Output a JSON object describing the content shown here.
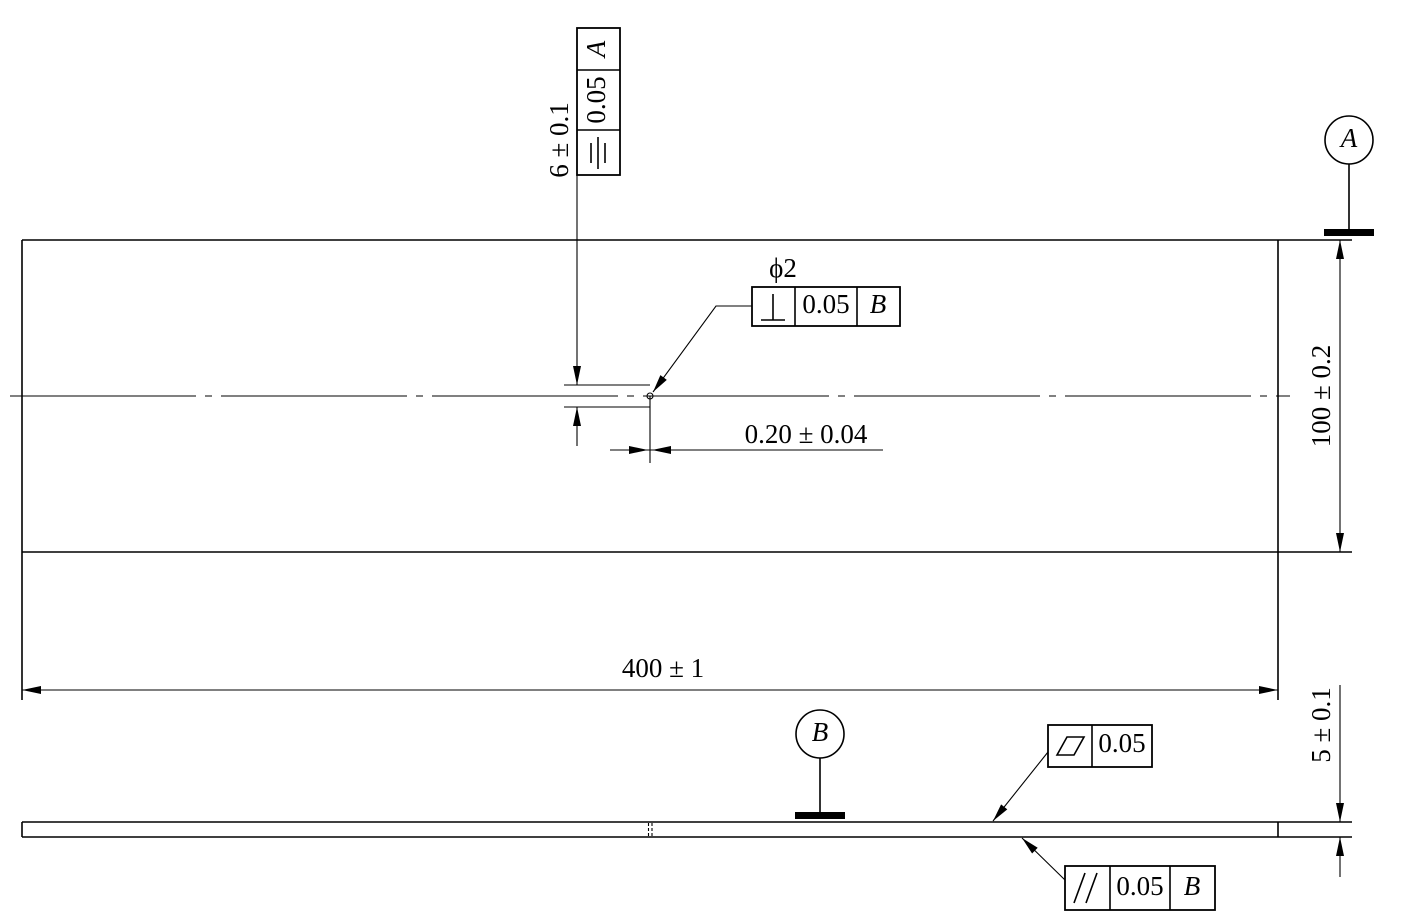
{
  "drawing": {
    "position_dim": "6 ± 0.1",
    "symmetry_fcf": {
      "symbol": "symmetry",
      "tolerance": "0.05",
      "datum": "A"
    },
    "hole_dia": "ϕ2",
    "perpendicularity_fcf": {
      "symbol": "perpendicularity",
      "tolerance": "0.05",
      "datum": "B"
    },
    "hole_width_dim": "0.20 ± 0.04",
    "width_dim": "100 ± 0.2",
    "length_dim": "400 ± 1",
    "thickness_dim": "5 ± 0.1",
    "datum_a": "A",
    "datum_b": "B",
    "flatness_fcf": {
      "symbol": "flatness",
      "tolerance": "0.05"
    },
    "parallelism_fcf": {
      "symbol": "parallelism",
      "tolerance": "0.05",
      "datum": "B"
    }
  }
}
